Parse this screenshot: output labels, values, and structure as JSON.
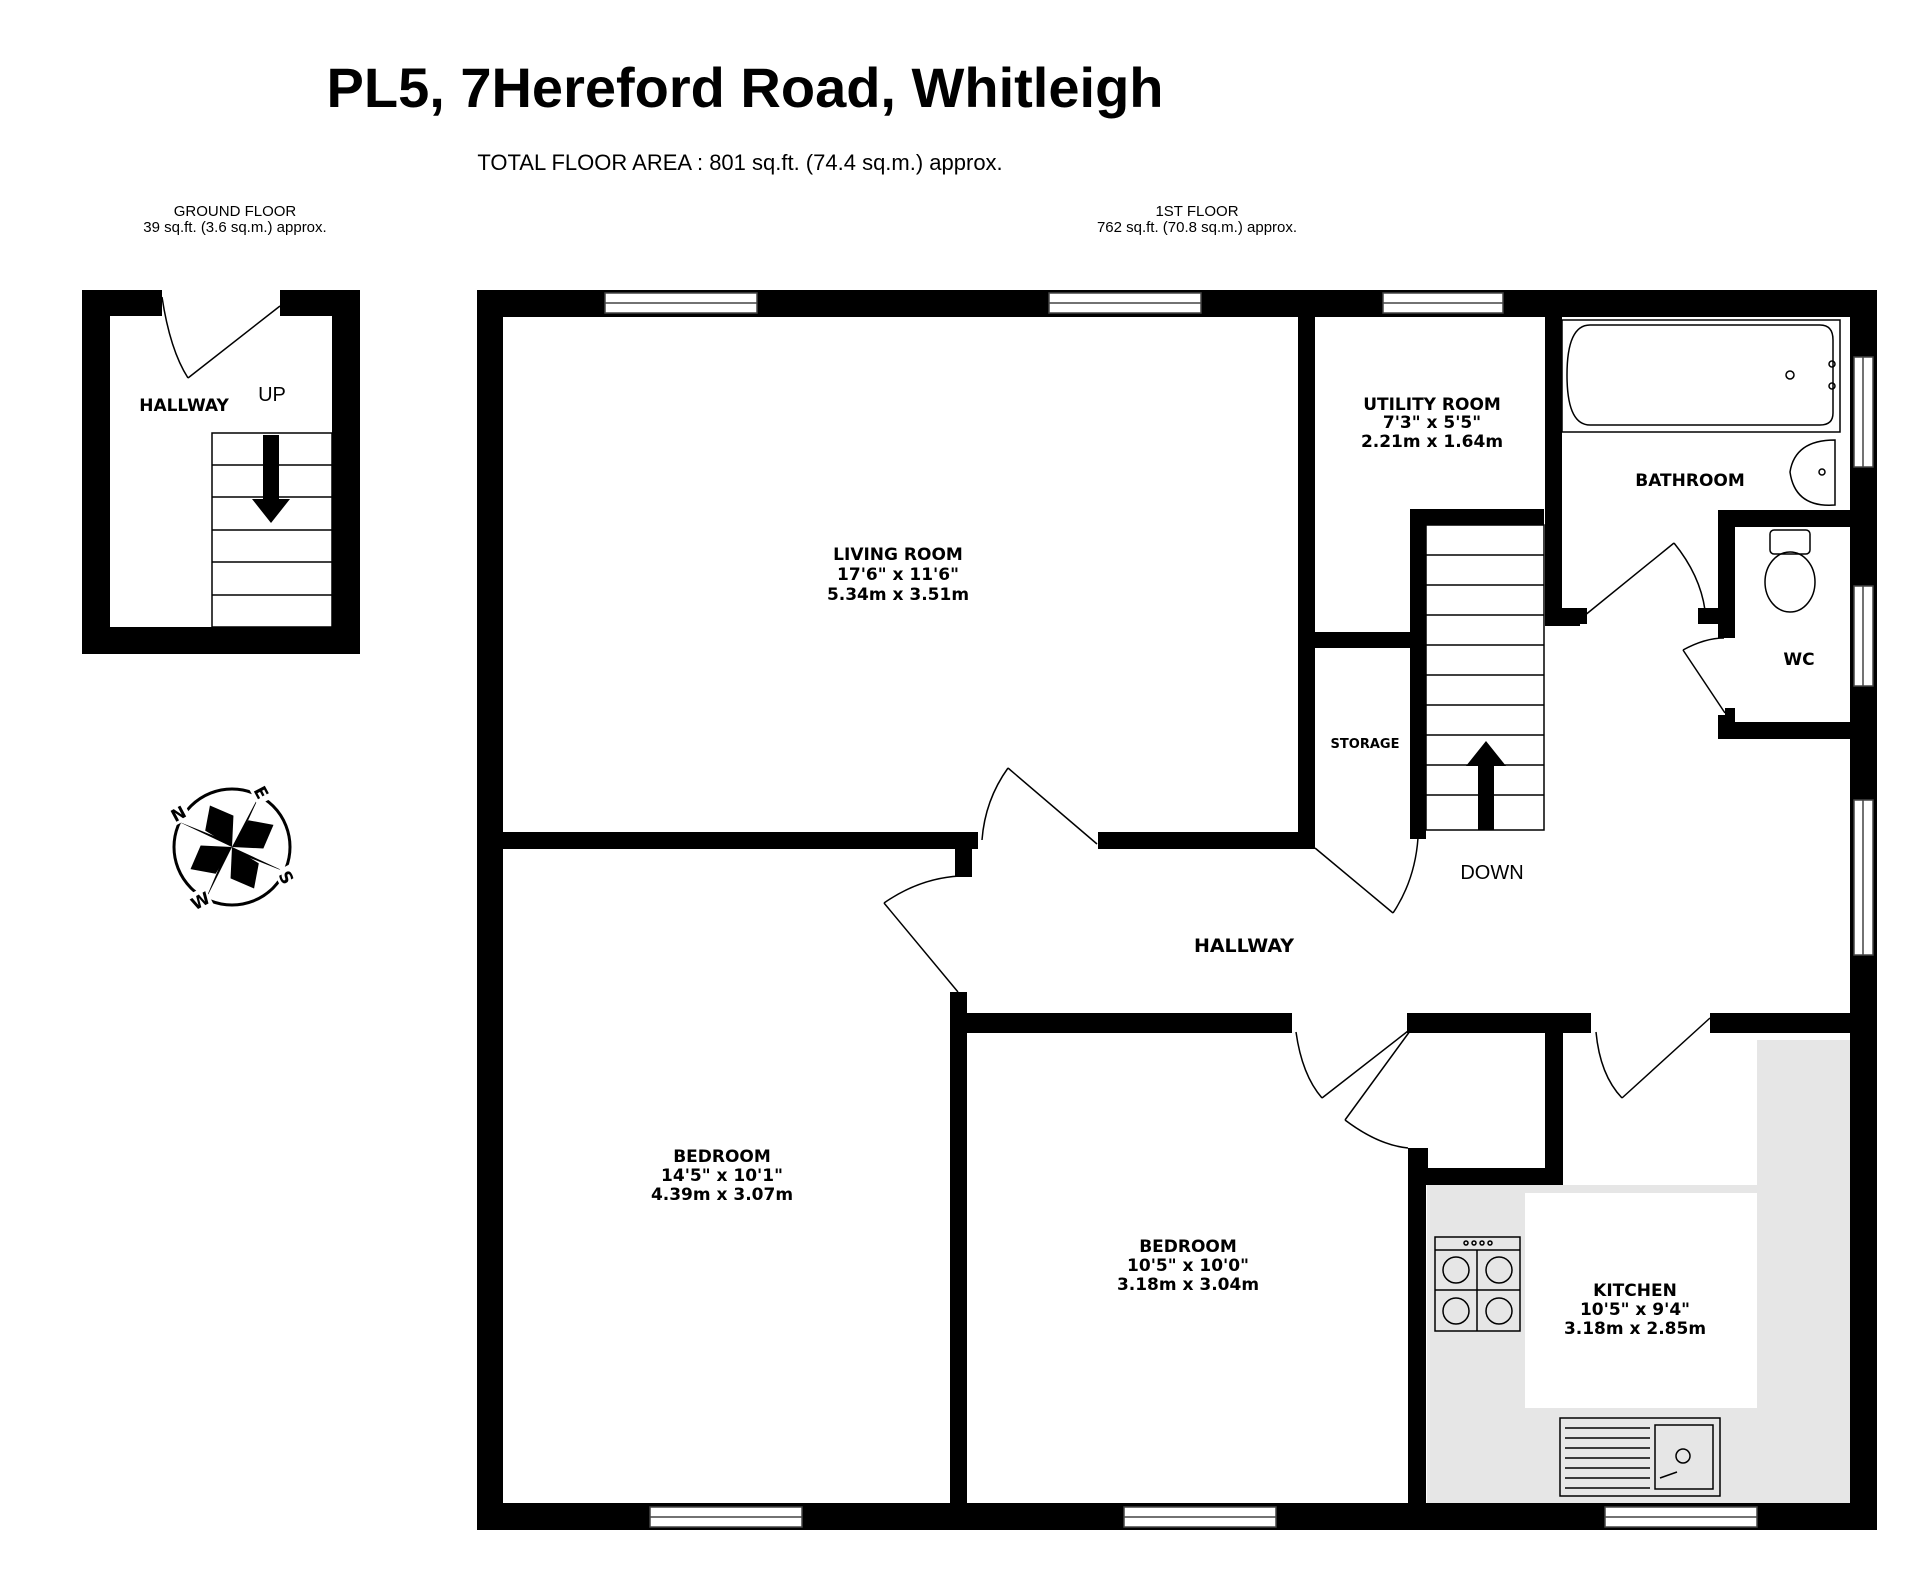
{
  "header": {
    "title": "PL5, 7Hereford Road, Whitleigh",
    "total_area": "TOTAL FLOOR AREA : 801 sq.ft. (74.4 sq.m.) approx."
  },
  "ground_floor": {
    "label": "GROUND FLOOR",
    "area": "39 sq.ft. (3.6 sq.m.) approx.",
    "hallway": "HALLWAY",
    "stairs_label": "UP"
  },
  "first_floor": {
    "label": "1ST FLOOR",
    "area": "762 sq.ft. (70.8 sq.m.) approx.",
    "rooms": {
      "living": {
        "name": "LIVING ROOM",
        "imperial": "17'6\"  x 11'6\"",
        "metric": "5.34m  x 3.51m"
      },
      "utility": {
        "name": "UTILITY ROOM",
        "imperial": "7'3\"  x 5'5\"",
        "metric": "2.21m  x 1.64m"
      },
      "bathroom": {
        "name": "BATHROOM"
      },
      "wc": {
        "name": "WC"
      },
      "storage": {
        "name": "STORAGE"
      },
      "hallway": {
        "name": "HALLWAY"
      },
      "bedroom1": {
        "name": "BEDROOM",
        "imperial": "14'5\"  x 10'1\"",
        "metric": "4.39m  x 3.07m"
      },
      "bedroom2": {
        "name": "BEDROOM",
        "imperial": "10'5\"  x 10'0\"",
        "metric": "3.18m  x 3.04m"
      },
      "kitchen": {
        "name": "KITCHEN",
        "imperial": "10'5\"  x 9'4\"",
        "metric": "3.18m  x 2.85m"
      }
    },
    "stairs_label": "DOWN"
  },
  "compass": {
    "n": "N",
    "e": "E",
    "s": "S",
    "w": "W"
  },
  "icons": [
    "compass-icon",
    "stairs-icon",
    "arrow-down-icon",
    "arrow-up-icon",
    "bathtub-icon",
    "sink-icon",
    "toilet-icon",
    "hob-icon",
    "kitchen-sink-icon"
  ],
  "colors": {
    "wall": "#000000",
    "worktop": "#e6e6e6"
  }
}
